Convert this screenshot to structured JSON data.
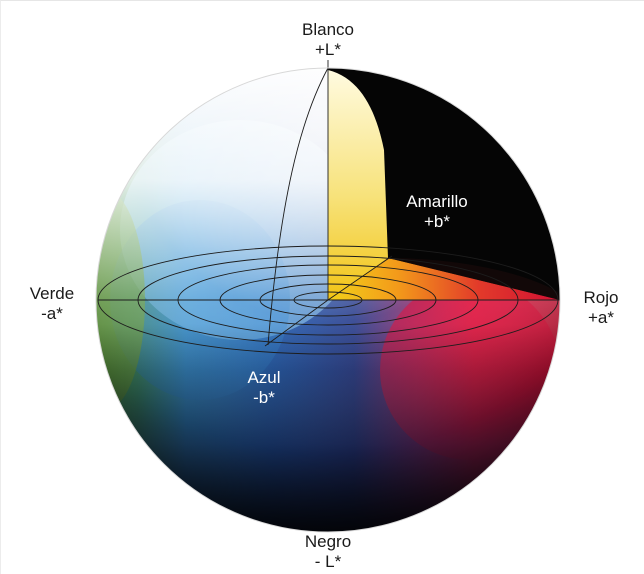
{
  "axes": {
    "top": {
      "name": "Blanco",
      "symbol": "+L*"
    },
    "bottom": {
      "name": "Negro",
      "symbol": "- L*"
    },
    "left": {
      "name": "Verde",
      "symbol": "-a*"
    },
    "right": {
      "name": "Rojo",
      "symbol": "+a*"
    },
    "back": {
      "name": "Amarillo",
      "symbol": "+b*"
    },
    "front": {
      "name": "Azul",
      "symbol": "-b*"
    }
  },
  "colors": {
    "white": "#ffffff",
    "black": "#000000",
    "green": "#3f8f3a",
    "red": "#e0133b",
    "yellow": "#f5d21a",
    "blue": "#1e4fa3",
    "cyan": "#69b8e8",
    "navy": "#1b2150"
  }
}
